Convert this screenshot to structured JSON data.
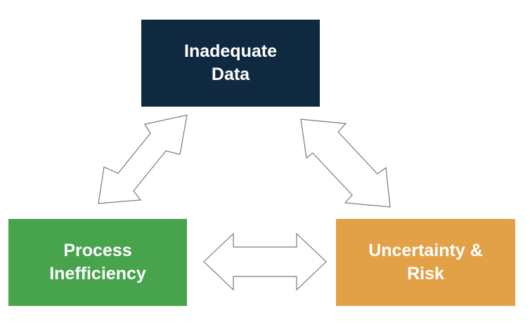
{
  "nodes": {
    "top": {
      "label": "Inadequate\nData",
      "color": "#0f2a40"
    },
    "left": {
      "label": "Process\nInefficiency",
      "color": "#47a34c"
    },
    "right": {
      "label": "Uncertainty &\nRisk",
      "color": "#e2a047"
    }
  },
  "edges": [
    {
      "from": "top",
      "to": "left",
      "direction": "bidirectional"
    },
    {
      "from": "top",
      "to": "right",
      "direction": "bidirectional"
    },
    {
      "from": "left",
      "to": "right",
      "direction": "bidirectional"
    }
  ],
  "arrow_style": {
    "fill": "#ffffff",
    "stroke": "#7a7a7a"
  }
}
